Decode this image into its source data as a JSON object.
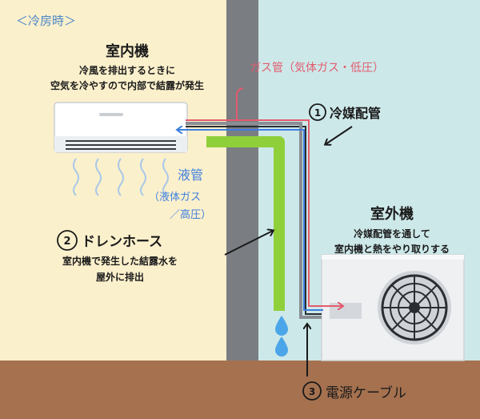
{
  "mode_label": "＜冷房時＞",
  "indoor": {
    "title": "室内機",
    "desc_line1": "冷風を排出するときに",
    "desc_line2": "空気を冷やすので内部で結露が発生"
  },
  "gas_pipe_label": "ガス管（気体ガス・低圧）",
  "refrigerant_pipe": {
    "number": "1",
    "label": "冷媒配管"
  },
  "liquid_pipe": {
    "title": "液管",
    "sub_line1": "（液体ガス",
    "sub_line2": "／高圧）"
  },
  "drain_hose": {
    "number": "2",
    "label": "ドレンホース",
    "desc_line1": "室内機で発生した結露水を",
    "desc_line2": "屋外に排出"
  },
  "outdoor": {
    "title": "室外機",
    "desc_line1": "冷媒配管を通して",
    "desc_line2": "室内機と熱をやり取りする"
  },
  "power_cable": {
    "number": "3",
    "label": "電源ケーブル"
  },
  "colors": {
    "indoor_wall": "#fbf0cc",
    "wall": "#7a7d82",
    "outdoor_wall": "#cde8e9",
    "ground": "#a5714f",
    "gas_pipe": "#e35b6e",
    "liquid_pipe": "#3d7fe0",
    "drain_hose": "#8fd03a",
    "text": "#1a1a1a",
    "blue_text": "#4a86c8"
  }
}
